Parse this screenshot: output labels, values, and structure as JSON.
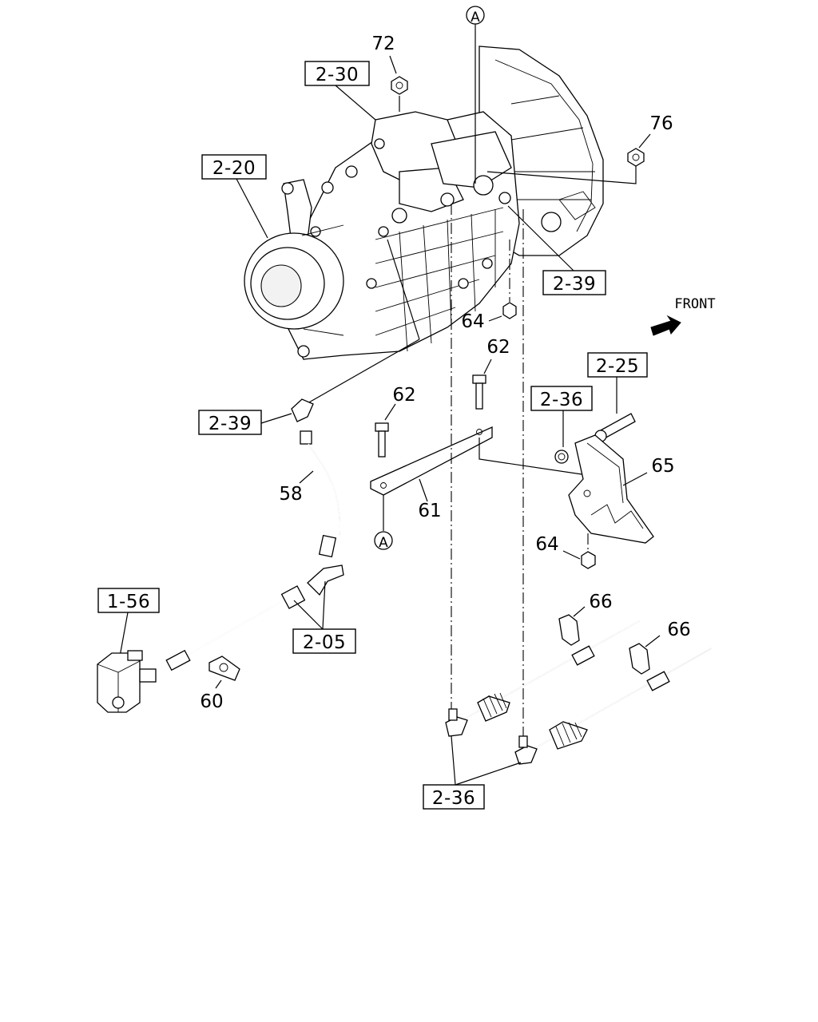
{
  "ref_boxes": {
    "r230": "2-30",
    "r220": "2-20",
    "r239a": "2-39",
    "r239b": "2-39",
    "r225": "2-25",
    "r236a": "2-36",
    "r156": "1-56",
    "r205": "2-05",
    "r236b": "2-36"
  },
  "part_numbers": {
    "p72": "72",
    "p76": "76",
    "p64a": "64",
    "p62a": "62",
    "p62b": "62",
    "p65": "65",
    "p58": "58",
    "p61": "61",
    "p64b": "64",
    "p66a": "66",
    "p66b": "66",
    "p60": "60"
  },
  "markers": {
    "top": "A",
    "bottom": "A"
  },
  "direction": {
    "label": "FRONT"
  }
}
